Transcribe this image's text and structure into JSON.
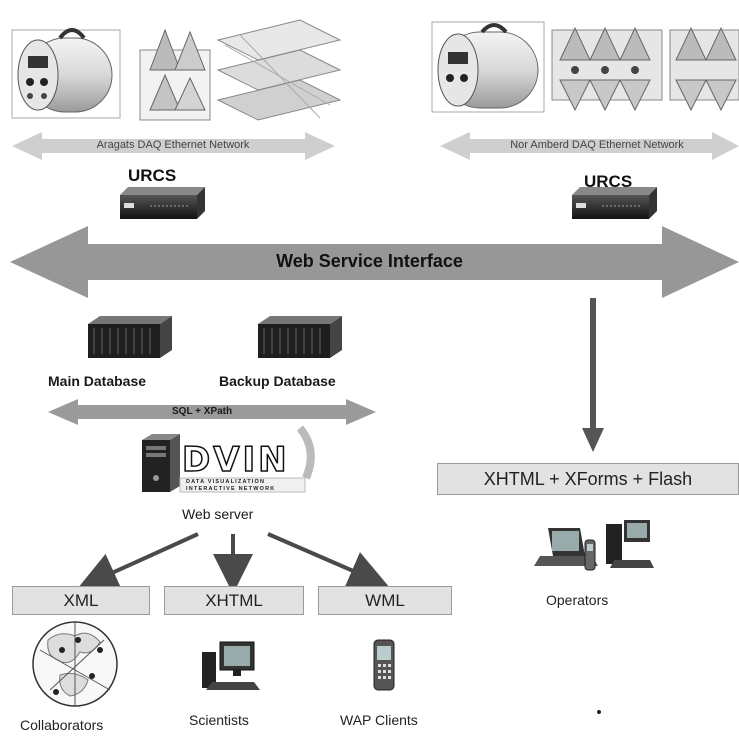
{
  "networks": {
    "left": "Aragats DAQ Ethernet Network",
    "right": "Nor Amberd  DAQ Ethernet Network"
  },
  "urcs": {
    "left": "URCS",
    "right": "URCS"
  },
  "interface": "Web Service Interface",
  "databases": {
    "main": "Main Database",
    "backup": "Backup Database",
    "link": "SQL + XPath"
  },
  "server": {
    "label": "Web server",
    "logo_word": "DVIN",
    "logo_line1": "DATA VISUALIZATION",
    "logo_line2": "INTERACTIVE NETWORK"
  },
  "formats": [
    "XML",
    "XHTML",
    "WML"
  ],
  "operators_format": "XHTML + XForms + Flash",
  "clients": {
    "collaborators": "Collaborators",
    "scientists": "Scientists",
    "wap": "WAP Clients",
    "operators": "Operators"
  },
  "icons": [
    "detector-icon",
    "detector-geometry-icon",
    "urcs-device-icon",
    "server-rack-icon",
    "server-tower-icon",
    "world-map-icon",
    "desktop-computer-icon",
    "mobile-phone-icon",
    "laptop-icon"
  ]
}
